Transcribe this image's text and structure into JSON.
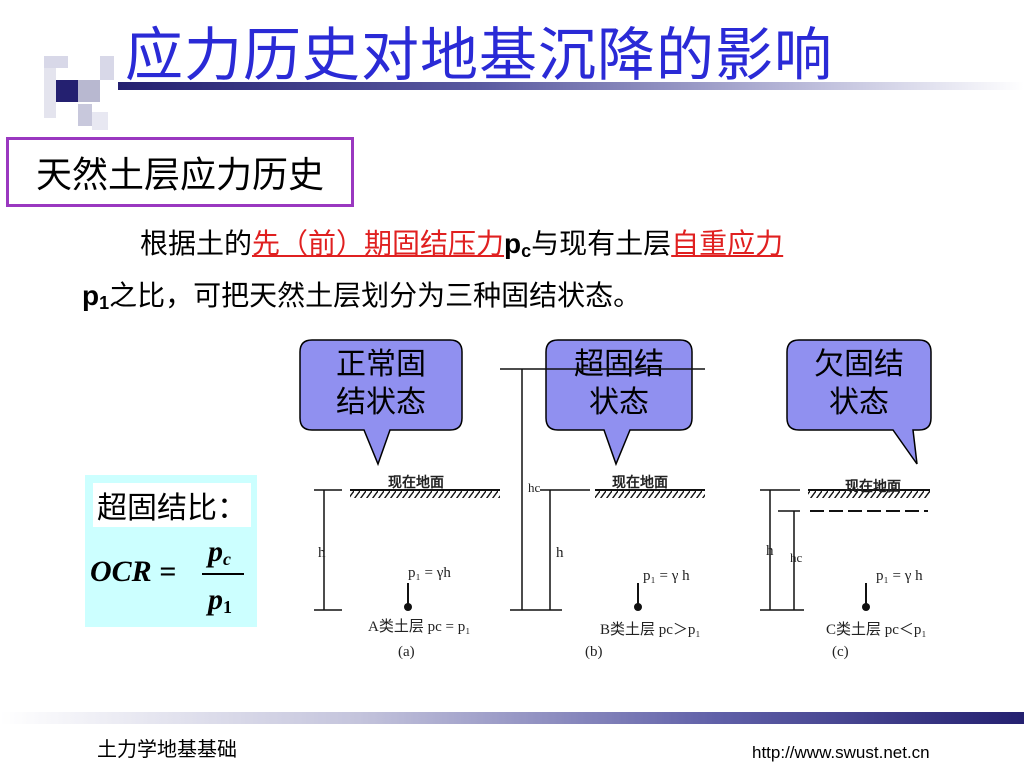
{
  "title": "应力历史对地基沉降的影响",
  "section_label": "天然土层应力历史",
  "paragraph": {
    "line1_prefix": "根据土的",
    "term1": "先（前）期固结压力",
    "symbol_pc_main": "p",
    "symbol_pc_sub": "c",
    "line1_middle": "与现有土层",
    "term2": "自重应力",
    "symbol_p1_main": "p",
    "symbol_p1_sub": "1",
    "line2_suffix": "之比，可把天然土层划分为三种固结状态。"
  },
  "callouts": [
    {
      "line1": "正常固",
      "line2": "结状态"
    },
    {
      "line1": "超固结",
      "line2": "状态"
    },
    {
      "line1": "欠固结",
      "line2": "状态"
    }
  ],
  "ocr": {
    "label": "超固结比：",
    "lhs": "OCR =",
    "num_main": "p",
    "num_sub": "c",
    "den_main": "p",
    "den_sub": "1"
  },
  "diagrams": [
    {
      "ground": "现在地面",
      "eq": "p₁ = γh",
      "layer": "A类土层 pc = p₁",
      "caption": "(a)",
      "h": "h"
    },
    {
      "ground": "现在地面",
      "eq": "p₁ = γ h",
      "layer": "B类土层 pc＞p₁",
      "caption": "(b)",
      "h": "h",
      "hc": "hc"
    },
    {
      "ground": "现在地面",
      "eq": "p₁ = γ h",
      "layer": "C类土层 pc＜p₁",
      "caption": "(c)",
      "h": "h",
      "hc": "hc"
    }
  ],
  "footer": {
    "left": "土力学地基基础",
    "right": "http://www.swust.net.cn"
  },
  "colors": {
    "title": "#2a2ad6",
    "callout_fill": "#9090f0",
    "term_red": "#e02020",
    "section_border": "#9a38c0",
    "ocr_bg": "#ccffff"
  }
}
